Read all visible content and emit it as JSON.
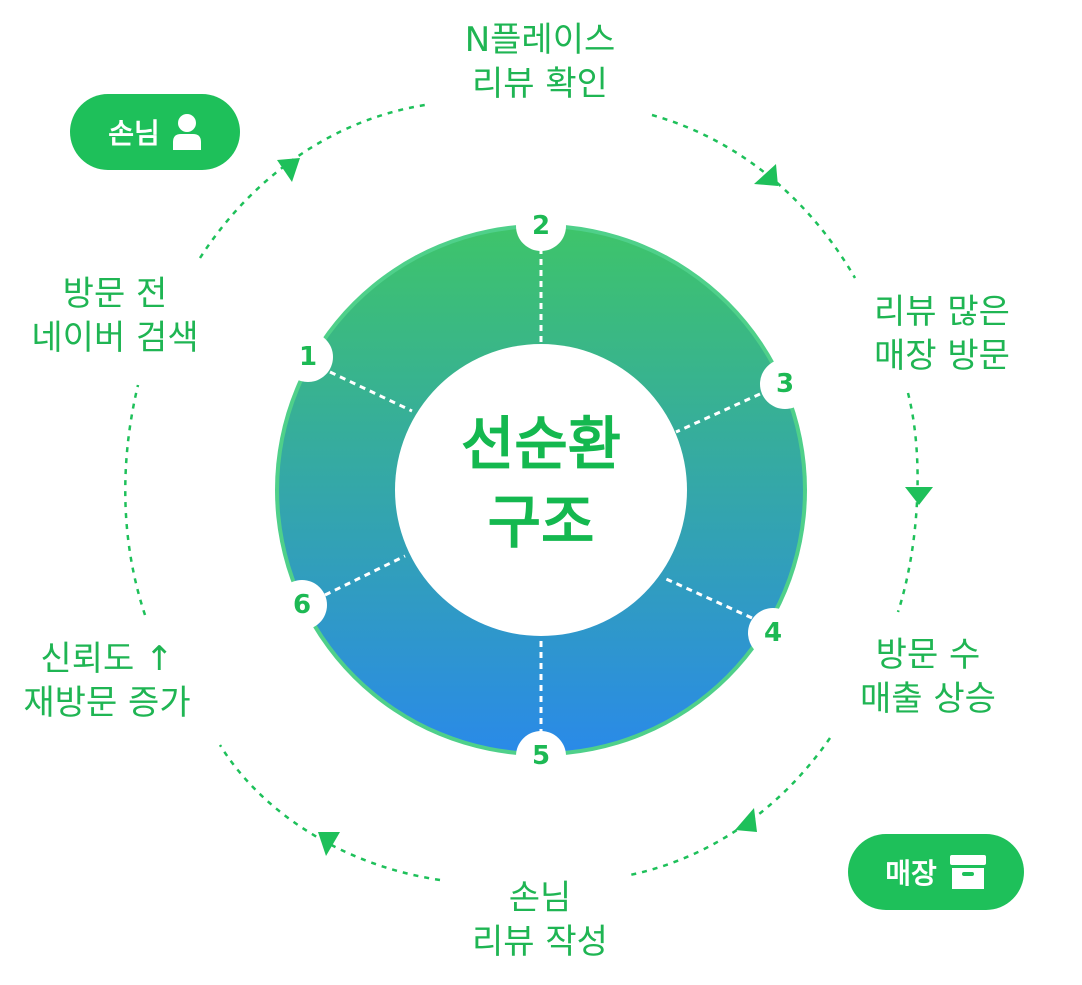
{
  "diagram": {
    "center_title": [
      "선순환",
      "구조"
    ],
    "colors": {
      "accent": "#1ec05a",
      "ring_top": "#3ec46a",
      "ring_bottom": "#2a8ae8",
      "text": "#1fb553"
    },
    "steps": [
      {
        "number": "1",
        "label": [
          "방문 전",
          "네이버 검색"
        ]
      },
      {
        "number": "2",
        "label": [
          "N플레이스",
          "리뷰 확인"
        ]
      },
      {
        "number": "3",
        "label": [
          "리뷰 많은",
          "매장 방문"
        ]
      },
      {
        "number": "4",
        "label": [
          "방문 수",
          "매출 상승"
        ]
      },
      {
        "number": "5",
        "label": [
          "손님",
          "리뷰 작성"
        ]
      },
      {
        "number": "6",
        "label": [
          "신뢰도 ↑",
          "재방문 증가"
        ]
      }
    ],
    "pills": {
      "customer": {
        "text": "손님",
        "icon": "person-icon"
      },
      "store": {
        "text": "매장",
        "icon": "store-icon"
      }
    }
  }
}
